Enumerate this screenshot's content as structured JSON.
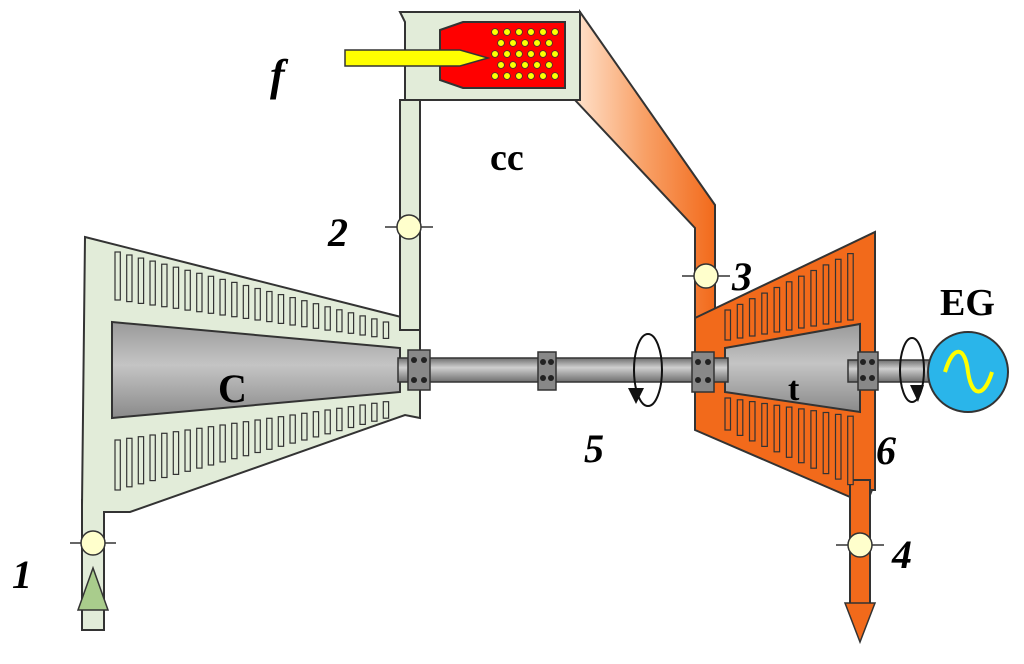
{
  "colors": {
    "compressor_fill": "#e2ecd9",
    "stroke": "#333333",
    "rotor_gray": "#a9a9a9",
    "hot_orange": "#f26a1b",
    "burner_red": "#ff0000",
    "fuel_yellow": "#ffff00",
    "generator_blue": "#2ab5ea",
    "sensor_fill": "#ffffcc",
    "inlet_arrow": "#a9cc8c"
  },
  "labels": {
    "fuel": "f",
    "combustion_chamber": "cc",
    "compressor": "C",
    "turbine": "t",
    "generator": "EG",
    "state_1": "1",
    "state_2": "2",
    "state_3": "3",
    "state_4": "4",
    "state_5": "5",
    "state_6": "6"
  },
  "icons": {
    "generator_symbol": "sine-wave-icon",
    "rotation": "rotation-arrow-icon",
    "inlet": "up-arrow-icon",
    "exhaust": "down-arrow-icon"
  }
}
